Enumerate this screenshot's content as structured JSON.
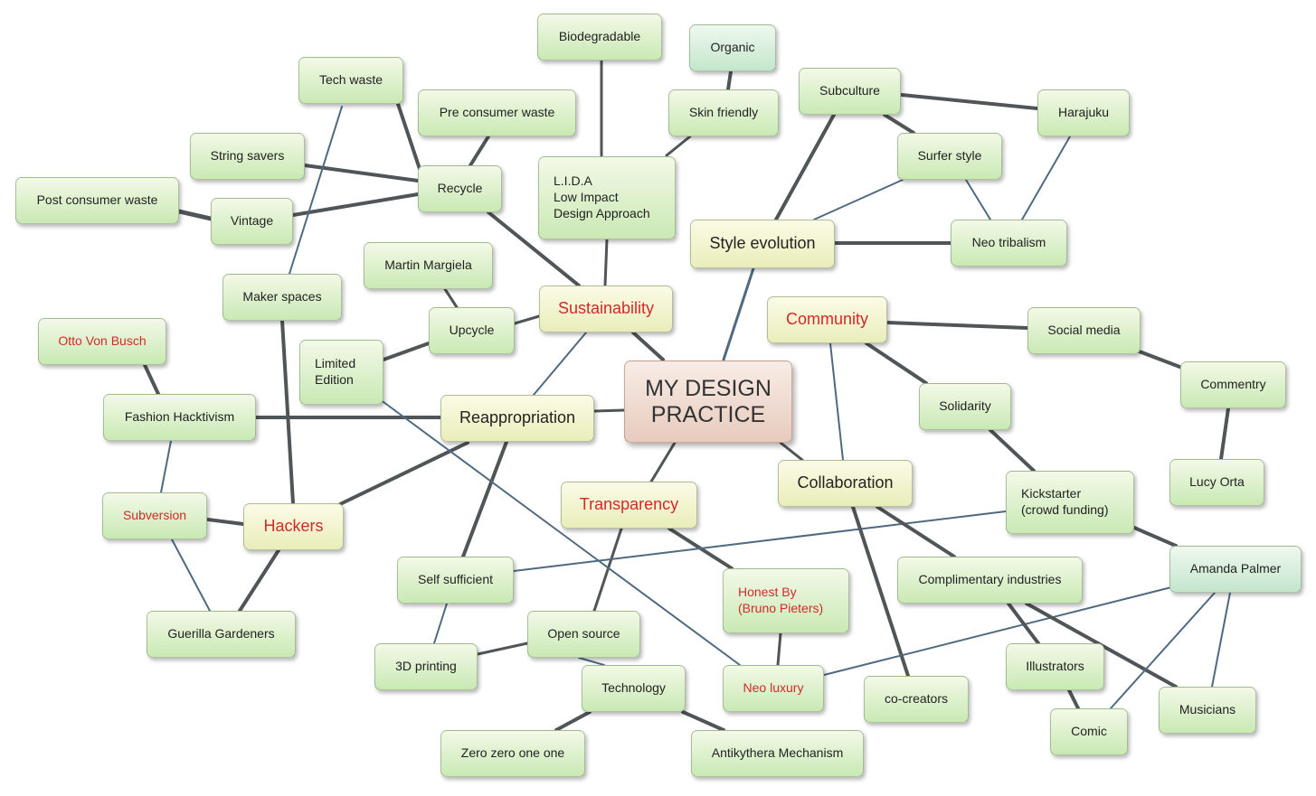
{
  "center": "MY DESIGN\nPRACTICE",
  "nodes": {
    "sustainability": "Sustainability",
    "style_evolution": "Style evolution",
    "community": "Community",
    "reappropriation": "Reappropriation",
    "transparency": "Transparency",
    "collaboration": "Collaboration",
    "hackers": "Hackers",
    "biodegradable": "Biodegradable",
    "organic": "Organic",
    "skin_friendly": "Skin friendly",
    "lida": "L.I.D.A\nLow Impact\nDesign Approach",
    "tech_waste": "Tech waste",
    "pre_consumer_waste": "Pre consumer waste",
    "string_savers": "String savers",
    "recycle": "Recycle",
    "post_consumer_waste": "Post consumer waste",
    "vintage": "Vintage",
    "subculture": "Subculture",
    "harajuku": "Harajuku",
    "surfer_style": "Surfer style",
    "neo_tribalism": "Neo tribalism",
    "martin_margiela": "Martin Margiela",
    "maker_spaces": "Maker spaces",
    "upcycle": "Upcycle",
    "limited_edition": "Limited\nEdition",
    "otto_von_busch": "Otto Von Busch",
    "fashion_hacktivism": "Fashion Hacktivism",
    "social_media": "Social media",
    "commentry": "Commentry",
    "solidarity": "Solidarity",
    "lucy_orta": "Lucy Orta",
    "kickstarter": "Kickstarter\n(crowd funding)",
    "subversion": "Subversion",
    "amanda_palmer": "Amanda Palmer",
    "self_sufficient": "Self sufficient",
    "honest_by": "Honest By\n(Bruno Pieters)",
    "complimentary_industries": "Complimentary industries",
    "guerilla_gardeners": "Guerilla Gardeners",
    "open_source": "Open source",
    "three_d_printing": "3D printing",
    "technology": "Technology",
    "neo_luxury": "Neo luxury",
    "co_creators": "co-creators",
    "illustrators": "Illustrators",
    "musicians": "Musicians",
    "comic": "Comic",
    "zero_zero_one_one": "Zero zero one one",
    "antikythera_mechanism": "Antikythera Mechanism"
  },
  "colors": {
    "red_text": "#d22a2a",
    "edge": "#505558",
    "edge_blue": "#4f6a80",
    "green_node": "#c9e9b4",
    "yellow_node": "#eaedba",
    "center_node": "#e7cbbd"
  }
}
